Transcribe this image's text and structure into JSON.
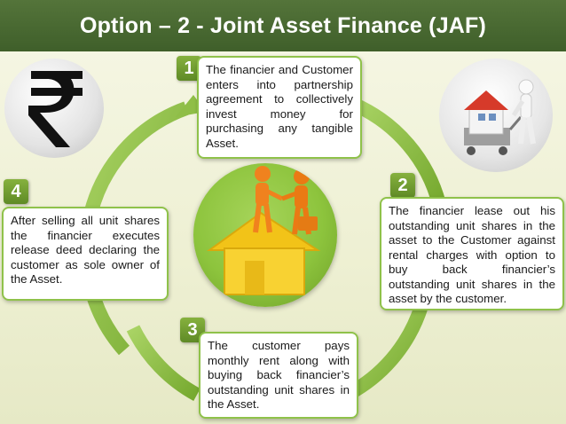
{
  "title": "Option – 2 - Joint  Asset  Finance (JAF)",
  "steps": [
    {
      "number": "1",
      "text": "The financier and Customer enters into partnership agreement to collectively invest money for purchasing any tangible Asset."
    },
    {
      "number": "2",
      "text": "The financier lease out his outstanding unit shares in the asset to the Customer against rental charges with option to buy back financier’s outstanding unit shares in the asset by the customer."
    },
    {
      "number": "3",
      "text": "The customer pays monthly rent along with buying back financier’s outstanding unit shares in the Asset."
    },
    {
      "number": "4",
      "text": "After selling all unit shares the financier executes release deed declaring the customer as sole owner of the Asset."
    }
  ],
  "icons": {
    "rupee": "rupee-icon",
    "house_cart": "house-cart-icon",
    "handshake_house": "handshake-house-icon"
  },
  "colors": {
    "header": "#4a6a33",
    "accent_green": "#8fc24a",
    "ring": "#9acb52",
    "badge": "#6f9a30",
    "center": "#8dc43d"
  }
}
